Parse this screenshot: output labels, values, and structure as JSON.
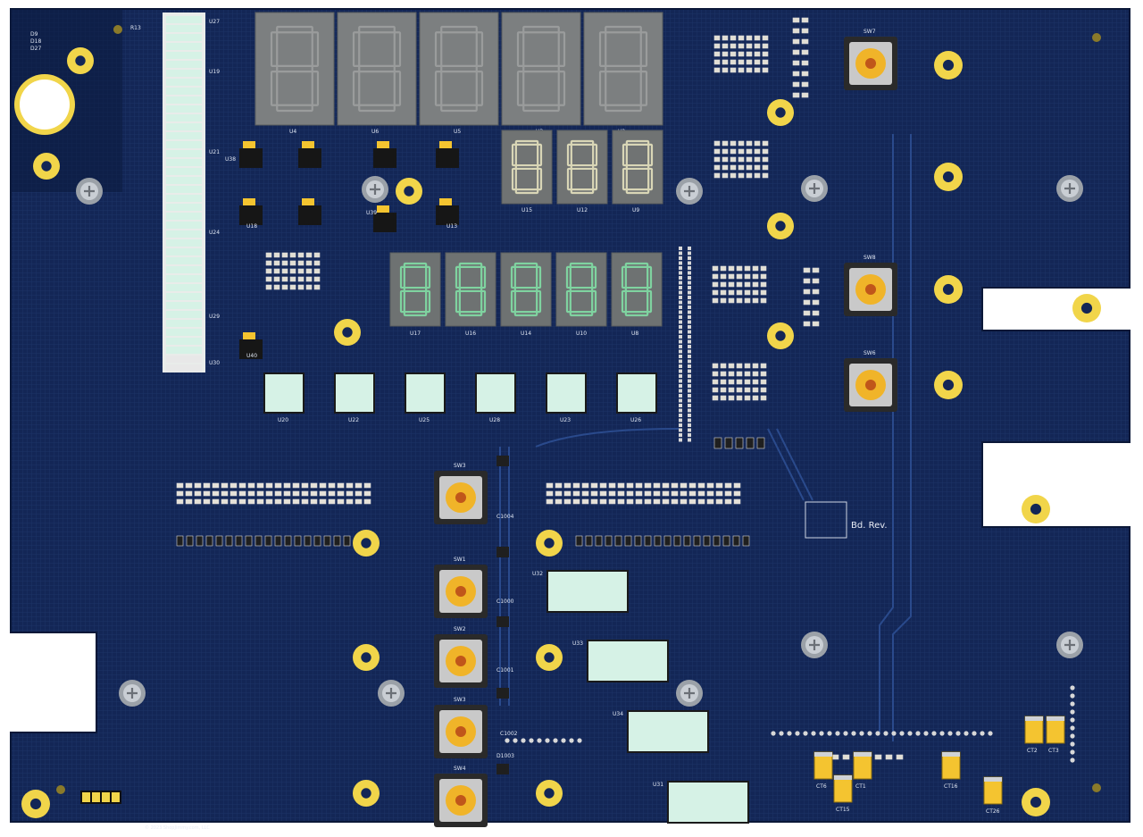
{
  "board": {
    "rev_label": "Bd. Rev.",
    "copyright": "© 2023 ShopJimmy.com, LLC",
    "colors": {
      "substrate": "#11224d",
      "substrate_grid": "#1c3266",
      "trace": "#2a4a8c",
      "pad_gold": "#f1d54a",
      "display_grey": "#7c7f80",
      "display_segment_grey": "#9a9c9c",
      "display_segment_cream": "#d9d6b6",
      "display_segment_green": "#7fd3a0",
      "led_mint": "#d6f2e6",
      "switch_body": "#c9c9c9",
      "switch_cap": "#f0b429",
      "capacitor_tan": "#f4c430"
    }
  },
  "displays": {
    "top_row": [
      {
        "ref": "U4"
      },
      {
        "ref": "U6"
      },
      {
        "ref": "U5"
      },
      {
        "ref": "U3"
      },
      {
        "ref": "U2"
      }
    ],
    "mid_row": [
      {
        "ref": "U15"
      },
      {
        "ref": "U12"
      },
      {
        "ref": "U9"
      }
    ],
    "green_row": [
      {
        "ref": "U17"
      },
      {
        "ref": "U16"
      },
      {
        "ref": "U14"
      },
      {
        "ref": "U10"
      },
      {
        "ref": "U8"
      }
    ]
  },
  "bargraph": {
    "refs": [
      "U27",
      "U19",
      "U21",
      "U24",
      "U29",
      "U30"
    ]
  },
  "square_leds": [
    "U20",
    "U22",
    "U25",
    "U28",
    "U23",
    "U26"
  ],
  "rect_leds": [
    "U32",
    "U33",
    "U34",
    "U31"
  ],
  "switches": {
    "right": [
      "SW7",
      "SW8",
      "SW6"
    ],
    "center": [
      "SW3",
      "SW1",
      "SW2",
      "SW3",
      "SW4"
    ]
  },
  "capacitors": [
    "CT2",
    "CT3",
    "CT6",
    "CT15",
    "CT1",
    "CT16",
    "CT26"
  ],
  "misc_labels": [
    "D9",
    "D18",
    "D27",
    "R13",
    "C1004",
    "C1000",
    "C1001",
    "C1002",
    "D1003",
    "U18",
    "U13",
    "U38",
    "U39",
    "U40"
  ]
}
